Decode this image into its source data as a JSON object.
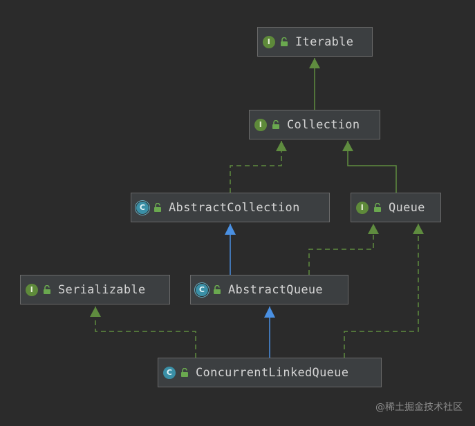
{
  "nodes": [
    {
      "id": "iterable",
      "label": "Iterable",
      "kind_glyph": "I",
      "kind": "interface"
    },
    {
      "id": "collection",
      "label": "Collection",
      "kind_glyph": "I",
      "kind": "interface"
    },
    {
      "id": "abstract-collection",
      "label": "AbstractCollection",
      "kind_glyph": "C",
      "kind": "abstract-class"
    },
    {
      "id": "queue",
      "label": "Queue",
      "kind_glyph": "I",
      "kind": "interface"
    },
    {
      "id": "serializable",
      "label": "Serializable",
      "kind_glyph": "I",
      "kind": "interface"
    },
    {
      "id": "abstract-queue",
      "label": "AbstractQueue",
      "kind_glyph": "C",
      "kind": "abstract-class"
    },
    {
      "id": "concurrent-linked-queue",
      "label": "ConcurrentLinkedQueue",
      "kind_glyph": "C",
      "kind": "class"
    }
  ],
  "edges": [
    {
      "from": "collection",
      "to": "iterable",
      "type": "extends"
    },
    {
      "from": "abstract-collection",
      "to": "collection",
      "type": "implements"
    },
    {
      "from": "queue",
      "to": "collection",
      "type": "extends"
    },
    {
      "from": "abstract-queue",
      "to": "abstract-collection",
      "type": "class-extends"
    },
    {
      "from": "abstract-queue",
      "to": "queue",
      "type": "implements"
    },
    {
      "from": "concurrent-linked-queue",
      "to": "abstract-queue",
      "type": "class-extends"
    },
    {
      "from": "concurrent-linked-queue",
      "to": "serializable",
      "type": "implements"
    },
    {
      "from": "concurrent-linked-queue",
      "to": "queue",
      "type": "implements"
    }
  ],
  "colors": {
    "background": "#2b2b2b",
    "node_fill": "#3c3f41",
    "interface_edge": "#5f8c3f",
    "class_edge": "#4a90e2",
    "interface_badge": "#5e8a3a",
    "class_badge": "#3a8fa6",
    "lock": "#6aa84f"
  },
  "icons": {
    "visibility": "unlocked-padlock-icon"
  },
  "watermark": "@稀土掘金技术社区"
}
